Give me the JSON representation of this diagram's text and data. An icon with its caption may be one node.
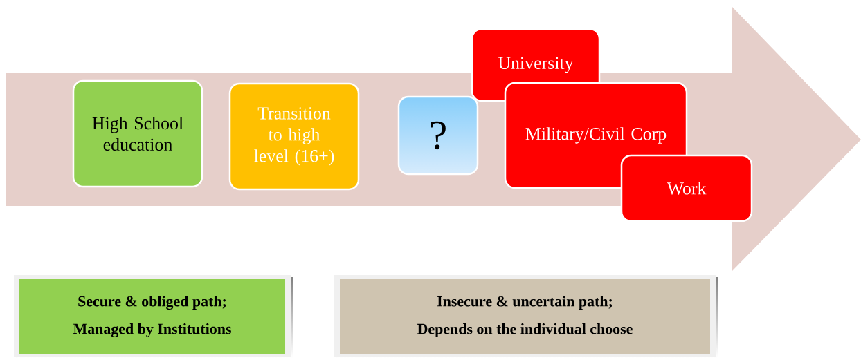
{
  "diagram": {
    "nodes": [
      {
        "text": [
          "High School education"
        ]
      },
      {
        "text": [
          "Transition to high level (16+)"
        ]
      },
      {
        "text": [
          "?"
        ]
      },
      {
        "text": [
          "University"
        ]
      },
      {
        "text": [
          "Military/Civil Corp"
        ]
      },
      {
        "text": [
          "Work"
        ]
      },
      {
        "text": [
          "Secure & obliged path;",
          "Managed by Institutions"
        ]
      },
      {
        "text": [
          "Insecure & uncertain path;",
          "Depends on the individual choose"
        ]
      }
    ],
    "edges": []
  }
}
